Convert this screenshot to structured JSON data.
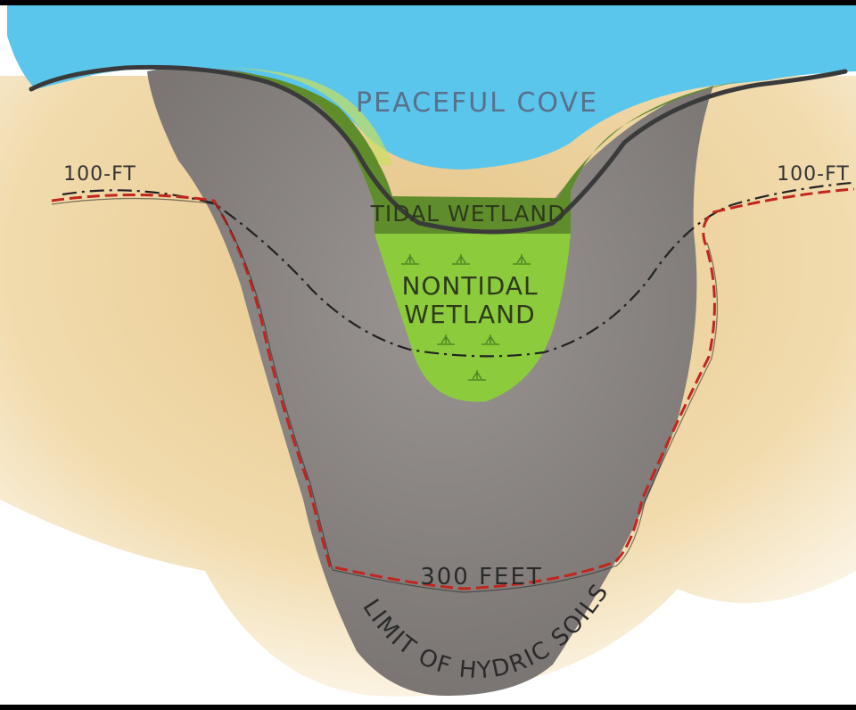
{
  "labels": {
    "cove": "PEACEFUL COVE",
    "tidal": "TIDAL WETLAND",
    "nontidal_line1": "NONTIDAL",
    "nontidal_line2": "WETLAND",
    "left_buffer": "100-FT",
    "right_buffer": "100-FT",
    "outer_buffer": "300 FEET",
    "hydric": "LIMIT OF HYDRIC SOILS"
  },
  "colors": {
    "water": "#54c4ea",
    "sand": "#efd5a0",
    "hydric_soil": "#8c8886",
    "tidal_wetland": "#5f8d2c",
    "nontidal_wetland": "#8ccc3c",
    "shoreline": "#3a3a3a",
    "buffer_100ft": "#222222",
    "buffer_300ft": "#c2251e"
  }
}
